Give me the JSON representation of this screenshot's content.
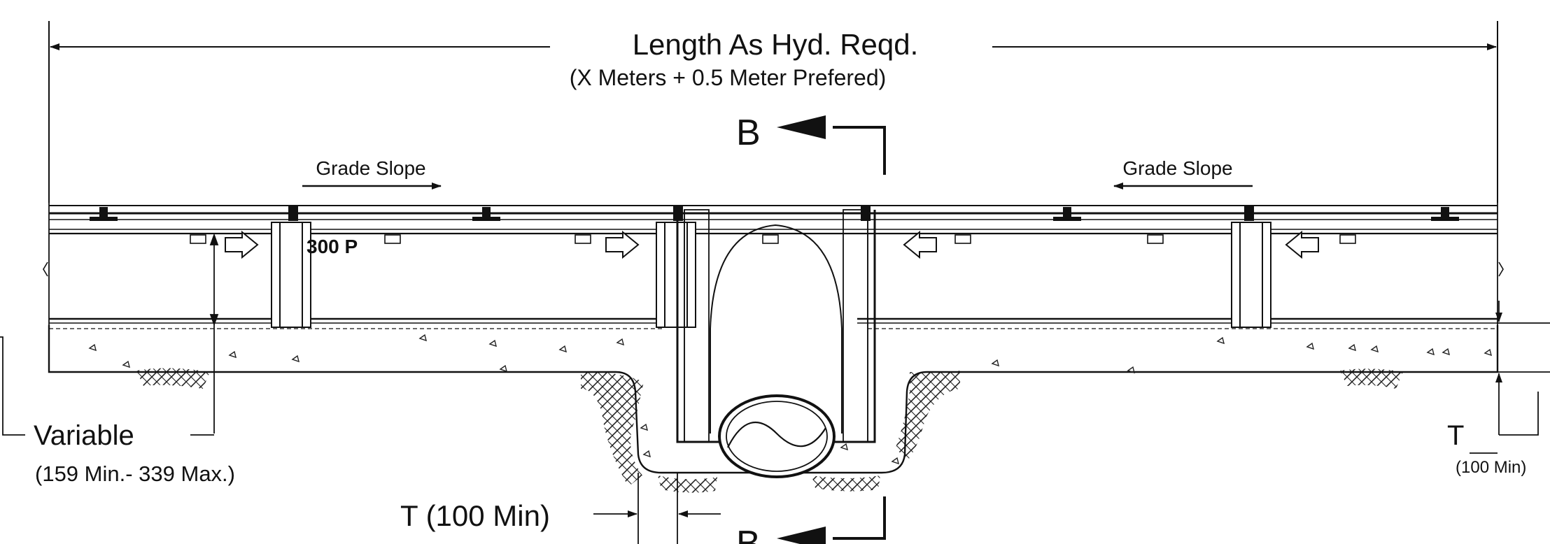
{
  "labels": {
    "length": "Length As Hyd. Reqd.",
    "length_sub": "(X Meters + 0.5 Meter Prefered)",
    "grade_slope_left": "Grade Slope",
    "grade_slope_right": "Grade Slope",
    "section_top": "B",
    "section_bottom": "B",
    "channel_mark": "300 P",
    "variable": "Variable",
    "variable_sub": "(159 Min.- 339 Max.)",
    "t_min_bottom": "T (100 Min)",
    "t_right": "T",
    "t_right_sub": "(100 Min)"
  }
}
